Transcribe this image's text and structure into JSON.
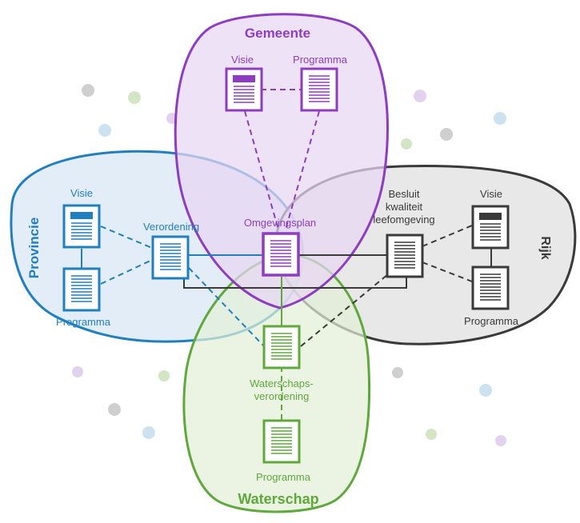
{
  "regions": {
    "gemeente": {
      "title": "Gemeente",
      "color": "#8e3dc2",
      "fill": "#e8d7f3"
    },
    "provincie": {
      "title": "Provincie",
      "color": "#1f7fbf",
      "fill": "#d6e6f3"
    },
    "rijk": {
      "title": "Rijk",
      "color": "#3a3a3a",
      "fill": "#dedede"
    },
    "waterschap": {
      "title": "Waterschap",
      "color": "#5fa83c",
      "fill": "#e2efd7"
    }
  },
  "documents": {
    "gemeente_visie": "Visie",
    "gemeente_programma": "Programma",
    "omgevingsplan": "Omgevingsplan",
    "provincie_visie": "Visie",
    "provincie_programma": "Programma",
    "verordening": "Verordening",
    "rijk_besluit_1": "Besluit",
    "rijk_besluit_2": "kwaliteit",
    "rijk_besluit_3": "leefomgeving",
    "rijk_visie": "Visie",
    "rijk_programma": "Programma",
    "waterschaps_1": "Waterschaps-",
    "waterschaps_2": "verordening",
    "waterschap_programma": "Programma"
  },
  "icons": [
    "document-icon"
  ]
}
